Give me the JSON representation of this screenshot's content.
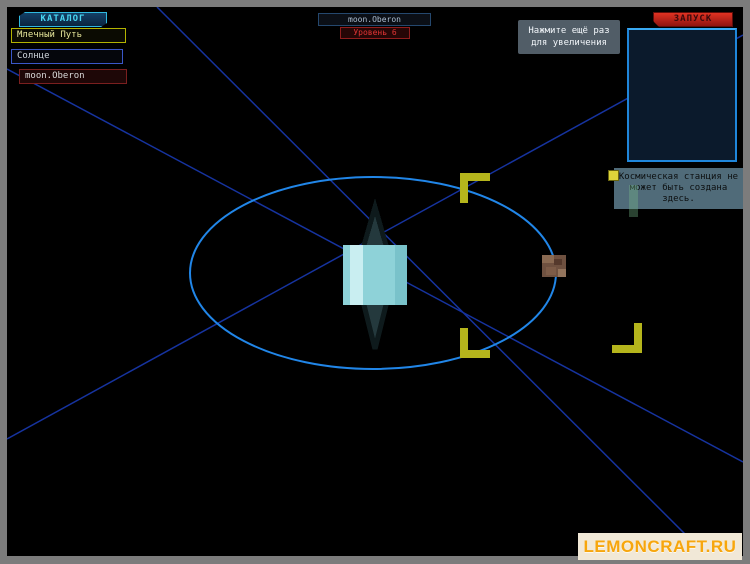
{
  "catalog": {
    "header_label": "КАТАЛОГ",
    "items": [
      {
        "label": "Млечный Путь",
        "type": "galaxy"
      },
      {
        "label": "Солнце",
        "type": "star"
      },
      {
        "label": "moon.Oberon",
        "type": "moon"
      }
    ]
  },
  "selection": {
    "body_name": "moon.Oberon",
    "level_label": "Уровень 6"
  },
  "launch": {
    "label": "ЗАПУСК"
  },
  "zoom_tooltip": {
    "text": "Нажмите ещё раз для увеличения"
  },
  "warning": {
    "text": "Космическая станция не может быть создана здесь."
  },
  "watermark": {
    "label": "LEMONCRAFT.RU"
  },
  "icons": [
    "warning-icon",
    "selection-bracket-top-left-icon",
    "selection-bracket-bottom-left-icon",
    "selection-bracket-bottom-right-icon"
  ],
  "colors": {
    "frame_gray": "#7c7c7c",
    "accent_blue": "#1f86da",
    "orbit_blue": "#2186e8",
    "line_blue": "#16339f",
    "bracket_yellow": "#b5b51c",
    "catalog_cyan": "#49d6f2",
    "galaxy_yellow": "#b3b300",
    "star_blue": "#3a57c8",
    "moon_red": "#7a1f1f",
    "level_red": "#e23434",
    "launch_red": "#c22718",
    "planet_cyan": "#8ed2d8",
    "watermark_orange": "#f7a60d",
    "watermark_bg": "#f1e8d7"
  }
}
